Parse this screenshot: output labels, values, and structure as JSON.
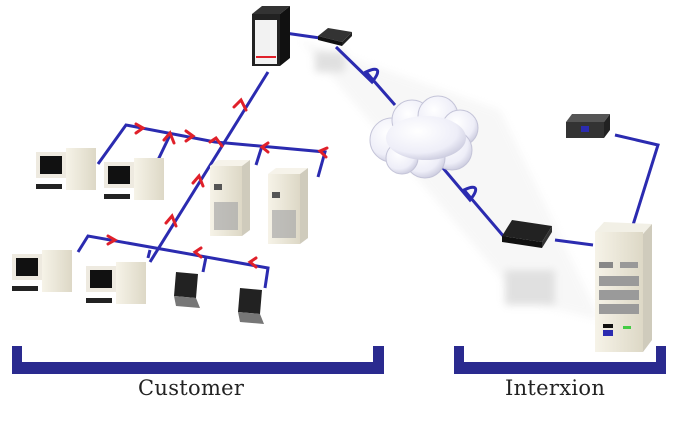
{
  "groups": [
    {
      "id": "customer",
      "label": "Customer"
    },
    {
      "id": "interxion",
      "label": "Interxion"
    }
  ],
  "nodes": [
    {
      "id": "gateway-server",
      "type": "server-tower-dark",
      "group": "customer"
    },
    {
      "id": "customer-router",
      "type": "router",
      "group": "customer"
    },
    {
      "id": "internet-cloud",
      "type": "cloud"
    },
    {
      "id": "interxion-router-1",
      "type": "router",
      "group": "interxion"
    },
    {
      "id": "interxion-router-2",
      "type": "router",
      "group": "interxion"
    },
    {
      "id": "interxion-rack",
      "type": "rack-server",
      "group": "interxion"
    },
    {
      "id": "desktop-1",
      "type": "desktop",
      "group": "customer"
    },
    {
      "id": "desktop-2",
      "type": "desktop",
      "group": "customer"
    },
    {
      "id": "desktop-3",
      "type": "desktop",
      "group": "customer"
    },
    {
      "id": "desktop-4",
      "type": "desktop",
      "group": "customer"
    },
    {
      "id": "server-1",
      "type": "server-tower",
      "group": "customer"
    },
    {
      "id": "server-2",
      "type": "server-tower",
      "group": "customer"
    },
    {
      "id": "laptop-1",
      "type": "laptop",
      "group": "customer"
    },
    {
      "id": "laptop-2",
      "type": "laptop",
      "group": "customer"
    }
  ],
  "colors": {
    "link": "#2b2bb0",
    "arrow": "#e0202a",
    "bracket": "#2a2a8f",
    "label": "#222222"
  }
}
